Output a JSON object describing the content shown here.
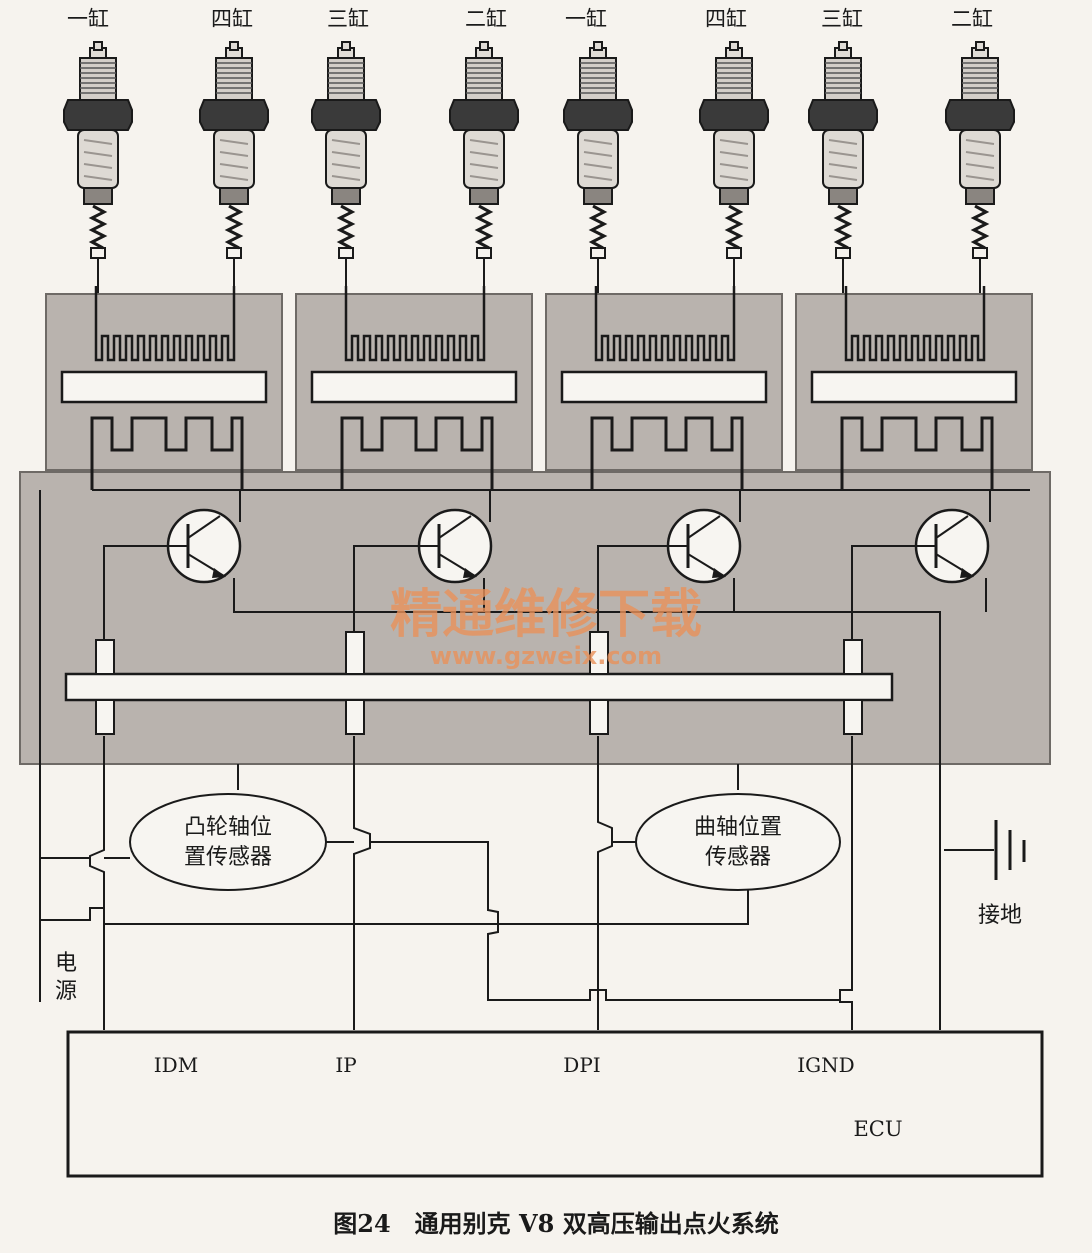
{
  "cylinder_labels": [
    "一缸",
    "四缸",
    "三缸",
    "二缸",
    "一缸",
    "四缸",
    "三缸",
    "二缸"
  ],
  "sensors": {
    "cam": [
      "凸轮轴位",
      "置传感器"
    ],
    "crank": [
      "曲轴位置",
      "传感器"
    ]
  },
  "power_label": [
    "电",
    "源"
  ],
  "ground_label": "接地",
  "ecu": {
    "pins": [
      "IDM",
      "IP",
      "DPI",
      "IGND"
    ],
    "name": "ECU"
  },
  "watermark": {
    "cn": "精通维修下载",
    "url": "www.gzweix.com"
  },
  "caption": "图24　通用别克 V8 双高压输出点火系统",
  "colors": {
    "module_fill": "#b9b3ae",
    "line": "#1a1a1a",
    "white_part": "#f7f5f1",
    "watermark": "#e8915a",
    "background": "#f6f3ee"
  }
}
